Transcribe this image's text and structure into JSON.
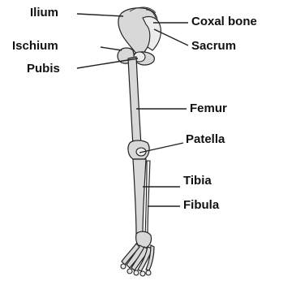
{
  "labels": {
    "ilium": "Ilium",
    "ischium": "Ischium",
    "pubis": "Pubis",
    "coxal_bone": "Coxal bone",
    "sacrum": "Sacrum",
    "femur": "Femur",
    "patella": "Patella",
    "tibia": "Tibia",
    "fibula": "Fibula"
  },
  "colors": {
    "bone_fill": "#d8d8d8",
    "outline": "#222222",
    "text": "#111111"
  }
}
